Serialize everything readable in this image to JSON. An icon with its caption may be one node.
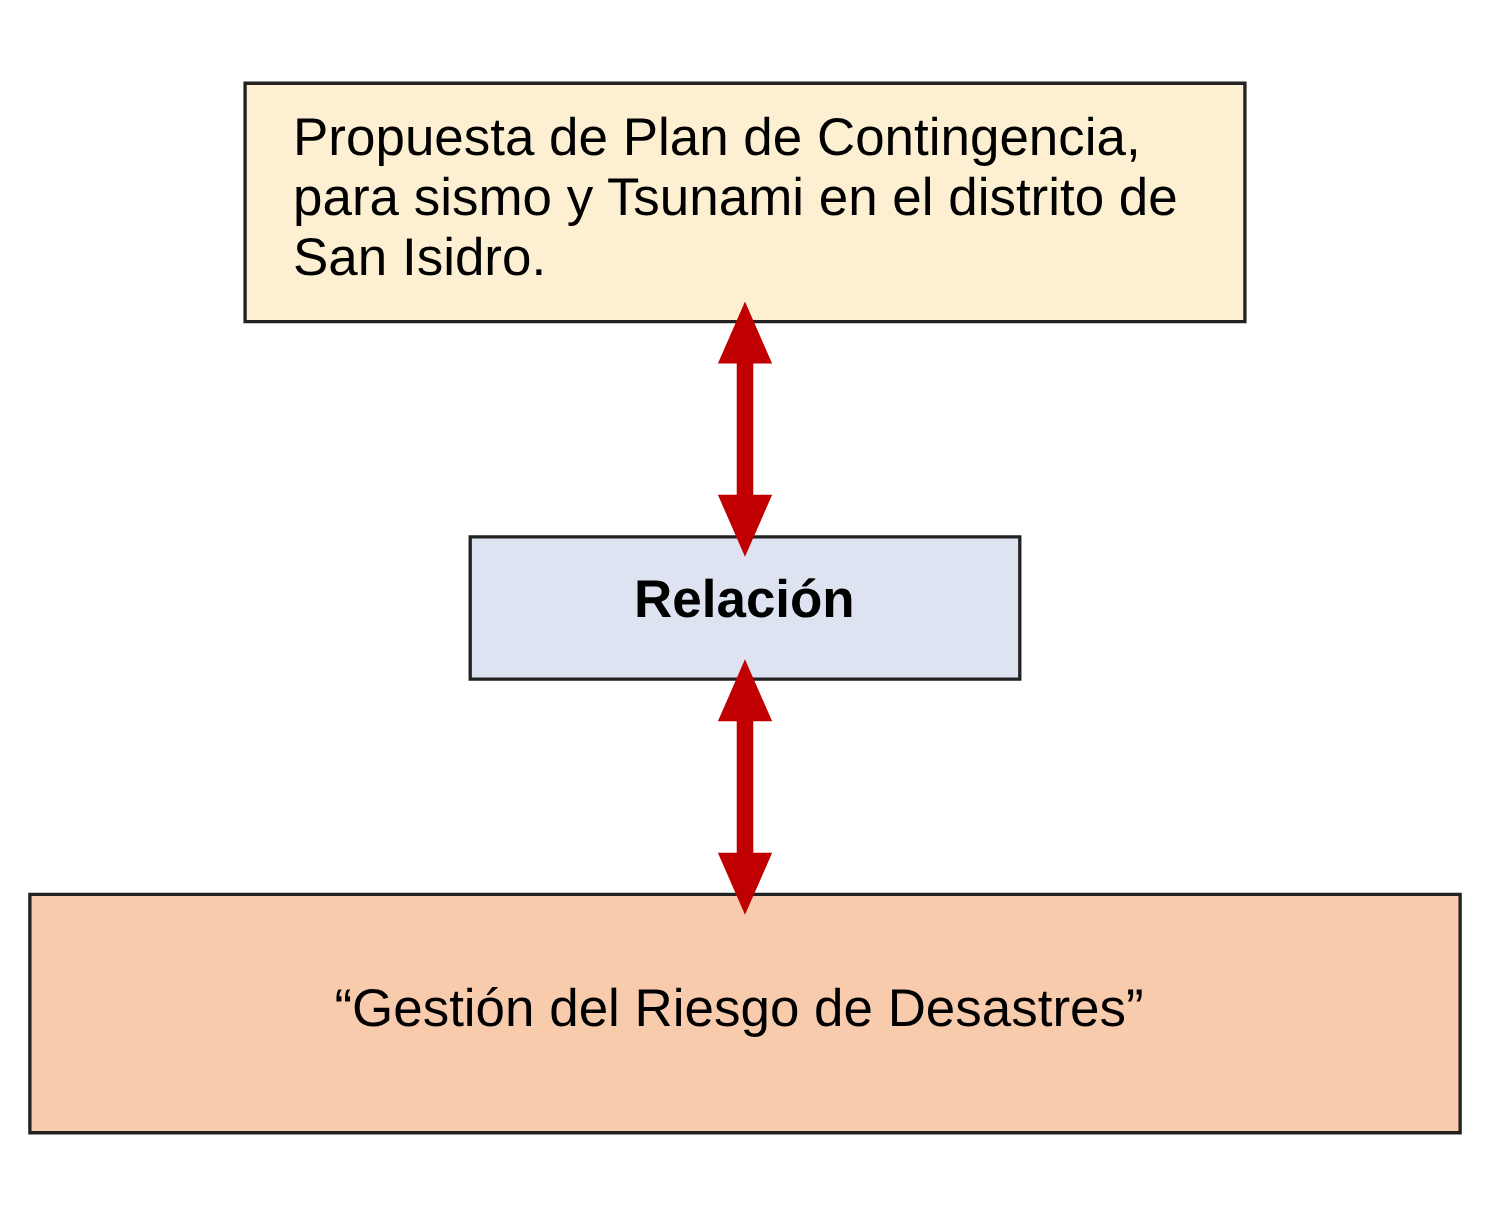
{
  "diagram": {
    "nodes": [
      {
        "text": [
          "Propuesta de Plan de Contingencia, para sismo y Tsunami en el distrito de San Isidro."
        ]
      },
      {
        "text": [
          "Relación"
        ]
      },
      {
        "text": [
          "“Gestión del Riesgo de Desastres”"
        ]
      }
    ],
    "edges": [
      {
        "from": 0,
        "to": 1,
        "arrow": "both"
      },
      {
        "from": 1,
        "to": 2,
        "arrow": "both"
      }
    ]
  }
}
